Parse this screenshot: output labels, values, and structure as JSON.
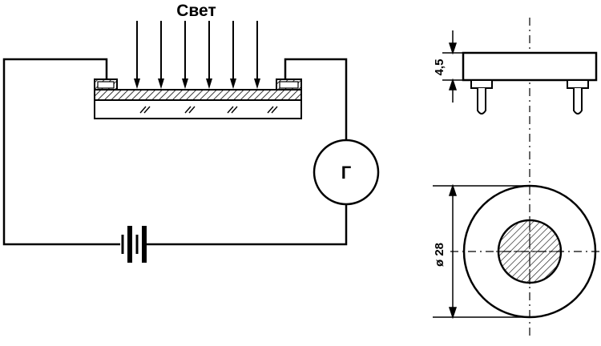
{
  "light_label": "Свет",
  "galvanometer_label": "Г",
  "dimension_height": "4,5",
  "dimension_diameter": "ø 28",
  "light_arrow_count": 6
}
